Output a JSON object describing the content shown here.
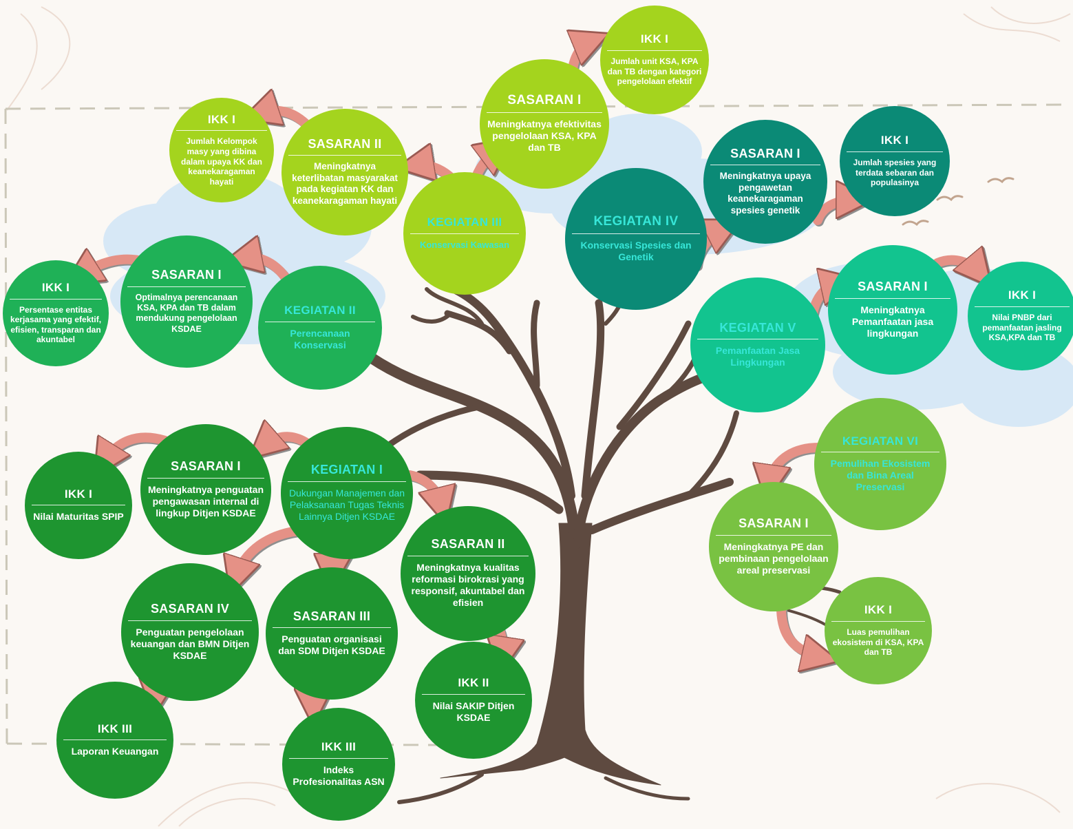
{
  "colors": {
    "lime": "#a4d41e",
    "teal_dark": "#0b8a76",
    "teal_mid": "#0fb58a",
    "mint": "#12c48f",
    "green_mid": "#1fb157",
    "green_dark": "#1e9530",
    "light_green": "#79c242",
    "trunk": "#5e4a40",
    "arrow": "#e59186",
    "cyan_text": "#37e6d8"
  },
  "nodes": {
    "ikk_lime_top": {
      "title": "IKK I",
      "desc": "Jumlah unit KSA, KPA dan TB dengan kategori pengelolaan efektif"
    },
    "sasaran_lime_top": {
      "title": "SASARAN I",
      "desc": "Meningkatnya efektivitas pengelolaan KSA, KPA dan TB"
    },
    "ikk_lime_left": {
      "title": "IKK I",
      "desc": "Jumlah Kelompok masy yang dibina dalam upaya KK dan keanekaragaman hayati"
    },
    "sasaran_lime_left": {
      "title": "SASARAN II",
      "desc": "Meningkatnya keterlibatan masyarakat pada kegiatan KK dan keanekaragaman hayati"
    },
    "kegiatan3": {
      "title": "KEGIATAN III",
      "desc": "Konservasi  Kawasan"
    },
    "kegiatan4": {
      "title": "KEGIATAN IV",
      "desc": "Konservasi Spesies dan Genetik"
    },
    "sasaran_k4": {
      "title": "SASARAN I",
      "desc": "Meningkatnya upaya pengawetan keanekaragaman spesies  genetik"
    },
    "ikk_k4": {
      "title": "IKK I",
      "desc": "Jumlah spesies yang terdata sebaran dan populasinya"
    },
    "kegiatan2": {
      "title": "KEGIATAN II",
      "desc": "Perencanaan Konservasi"
    },
    "sasaran_k2": {
      "title": "SASARAN I",
      "desc": "Optimalnya perencanaan KSA, KPA dan TB dalam mendukung pengelolaan KSDAE"
    },
    "ikk_k2": {
      "title": "IKK I",
      "desc": "Persentase entitas kerjasama yang efektif, efisien, transparan dan akuntabel"
    },
    "kegiatan5": {
      "title": "KEGIATAN V",
      "desc": "Pemanfaatan Jasa Lingkungan"
    },
    "sasaran_k5": {
      "title": "SASARAN I",
      "desc": "Meningkatnya Pemanfaatan jasa lingkungan"
    },
    "ikk_k5": {
      "title": "IKK I",
      "desc": "Nilai PNBP dari pemanfaatan jasling KSA,KPA dan TB"
    },
    "kegiatan6": {
      "title": "KEGIATAN VI",
      "desc": "Pemulihan Ekosistem dan Bina Areal Preservasi"
    },
    "sasaran_k6": {
      "title": "SASARAN I",
      "desc": "Meningkatnya PE dan pembinaan pengelolaan areal preservasi"
    },
    "ikk_k6": {
      "title": "IKK I",
      "desc": "Luas pemulihan ekosistem di KSA, KPA dan TB"
    },
    "kegiatan1": {
      "title": "KEGIATAN I",
      "desc": "Dukungan Manajemen dan Pelaksanaan Tugas Teknis Lainnya Ditjen KSDAE"
    },
    "sasaran1_k1": {
      "title": "SASARAN I",
      "desc": "Meningkatnya penguatan pengawasan internal di lingkup Ditjen KSDAE"
    },
    "ikk1_k1": {
      "title": "IKK I",
      "desc": "Nilai Maturitas SPIP"
    },
    "sasaran2_k1": {
      "title": "SASARAN II",
      "desc": "Meningkatnya kualitas reformasi birokrasi yang responsif, akuntabel dan efisien"
    },
    "ikk2_k1": {
      "title": "IKK II",
      "desc": "Nilai SAKIP Ditjen KSDAE"
    },
    "sasaran3_k1": {
      "title": "SASARAN III",
      "desc": "Penguatan organisasi dan SDM Ditjen KSDAE"
    },
    "ikk3b_k1": {
      "title": "IKK III",
      "desc": "Indeks Profesionalitas ASN"
    },
    "sasaran4_k1": {
      "title": "SASARAN IV",
      "desc": "Penguatan pengelolaan keuangan dan BMN Ditjen KSDAE"
    },
    "ikk3a_k1": {
      "title": "IKK III",
      "desc": "Laporan Keuangan"
    }
  }
}
